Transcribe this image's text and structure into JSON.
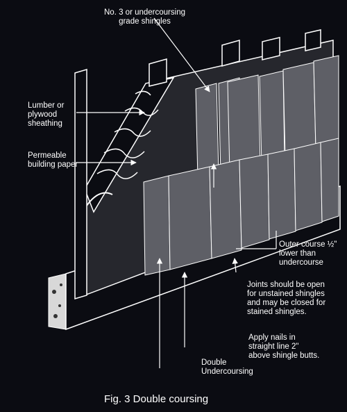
{
  "caption": "Fig. 3  Double coursing",
  "labels": {
    "no3_shingles": "No. 3 or undercoursing\ngrade shingles",
    "sheathing": "Lumber or\nplywood\nsheathing",
    "building_paper": "Permeable\nbuilding paper",
    "outer_course": "Outer course ½\"\nlower than\nundercourse",
    "joints": "Joints should be open\nfor unstained shingles\nand may be closed for\nstained shingles.",
    "nails": "Apply nails in\nstraight line 2\"\nabove shingle butts.",
    "double_undercoursing": "Double\nUndercoursing"
  },
  "colors": {
    "background": "#0b0c12",
    "line": "#ffffff",
    "shingle": "#5e5f66",
    "wall": "#26272d"
  }
}
